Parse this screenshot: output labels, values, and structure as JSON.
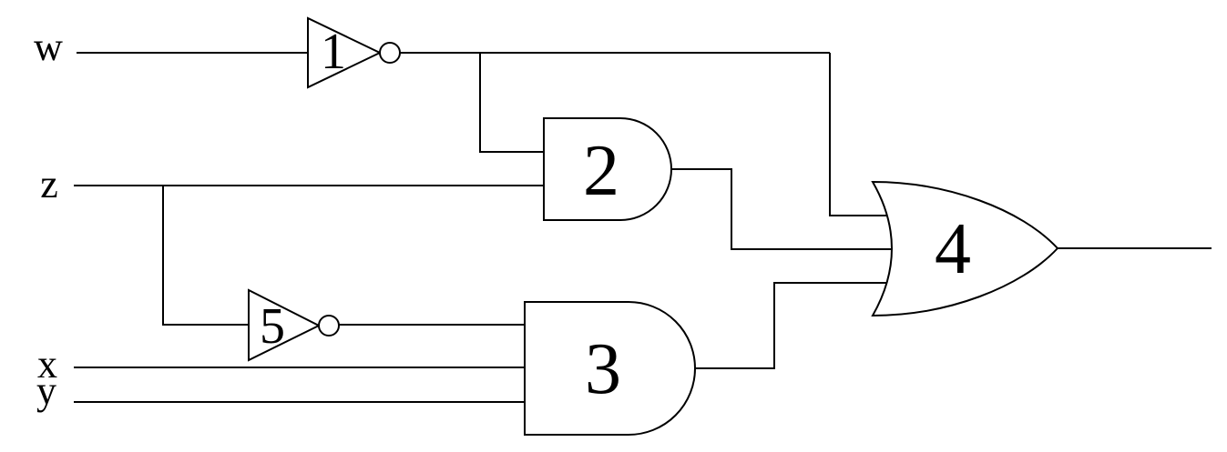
{
  "diagram": {
    "kind": "logic-circuit",
    "background_color": "#ffffff",
    "line_color": "#000000",
    "inputs": [
      {
        "label": "w"
      },
      {
        "label": "z"
      },
      {
        "label": "x"
      },
      {
        "label": "y"
      }
    ],
    "gates": [
      {
        "label": "1",
        "type": "NOT"
      },
      {
        "label": "2",
        "type": "AND"
      },
      {
        "label": "3",
        "type": "AND"
      },
      {
        "label": "4",
        "type": "OR"
      },
      {
        "label": "5",
        "type": "NOT"
      }
    ],
    "connections": [
      {
        "from": "w",
        "to": "gate 1"
      },
      {
        "from": "gate 1",
        "to": "gate 2"
      },
      {
        "from": "gate 1",
        "to": "gate 4"
      },
      {
        "from": "z",
        "to": "gate 2"
      },
      {
        "from": "z",
        "to": "gate 5"
      },
      {
        "from": "gate 5",
        "to": "gate 3"
      },
      {
        "from": "x",
        "to": "gate 3"
      },
      {
        "from": "y",
        "to": "gate 3"
      },
      {
        "from": "gate 2",
        "to": "gate 4"
      },
      {
        "from": "gate 3",
        "to": "gate 4"
      },
      {
        "from": "gate 4",
        "to": "output"
      }
    ]
  }
}
